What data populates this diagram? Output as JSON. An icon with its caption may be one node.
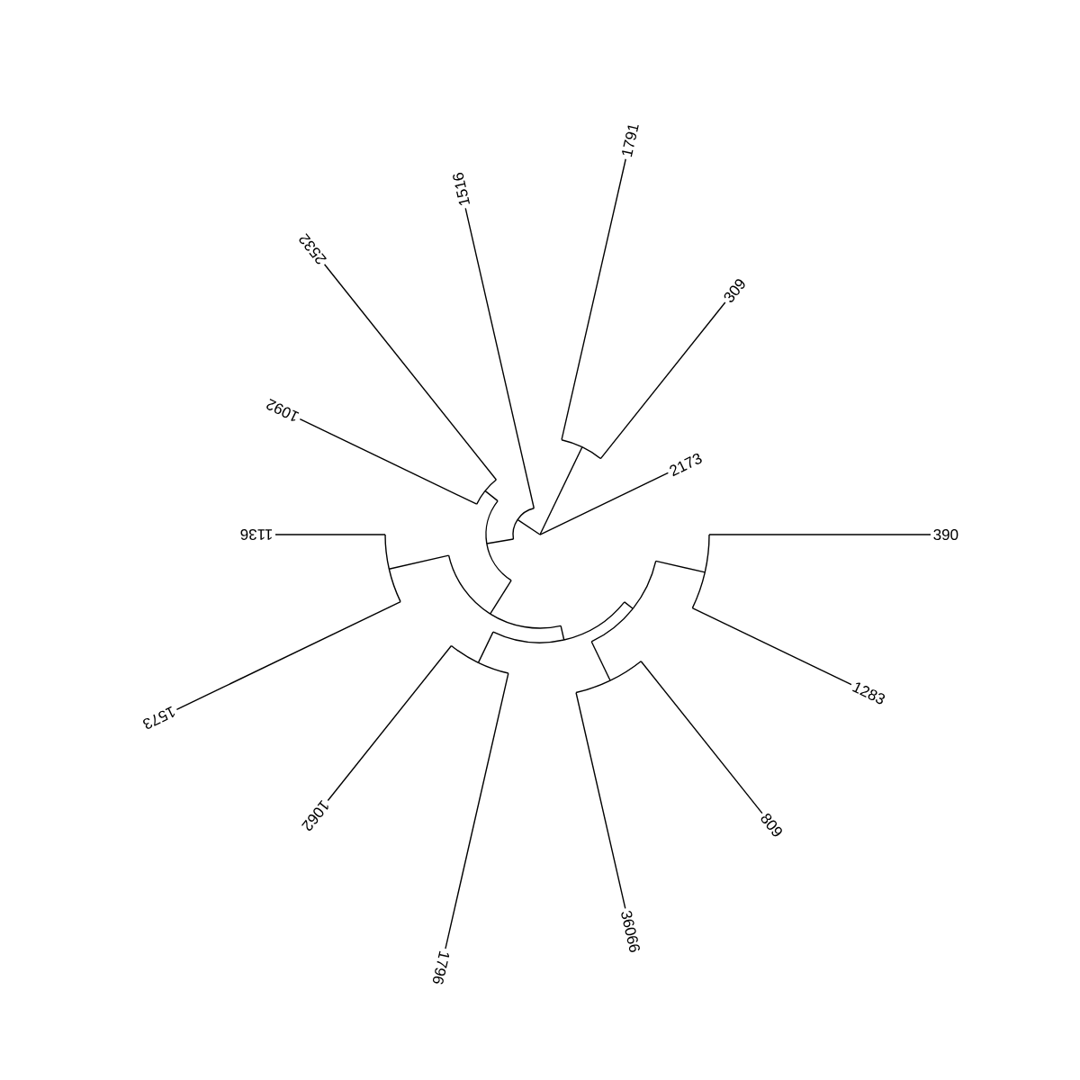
{
  "diagram": {
    "labels": [
      "2173",
      "309",
      "1791",
      "1516",
      "2532",
      "1092",
      "1136",
      "1573",
      "1062",
      "1796",
      "36066",
      "809",
      "1283",
      "390"
    ]
  }
}
